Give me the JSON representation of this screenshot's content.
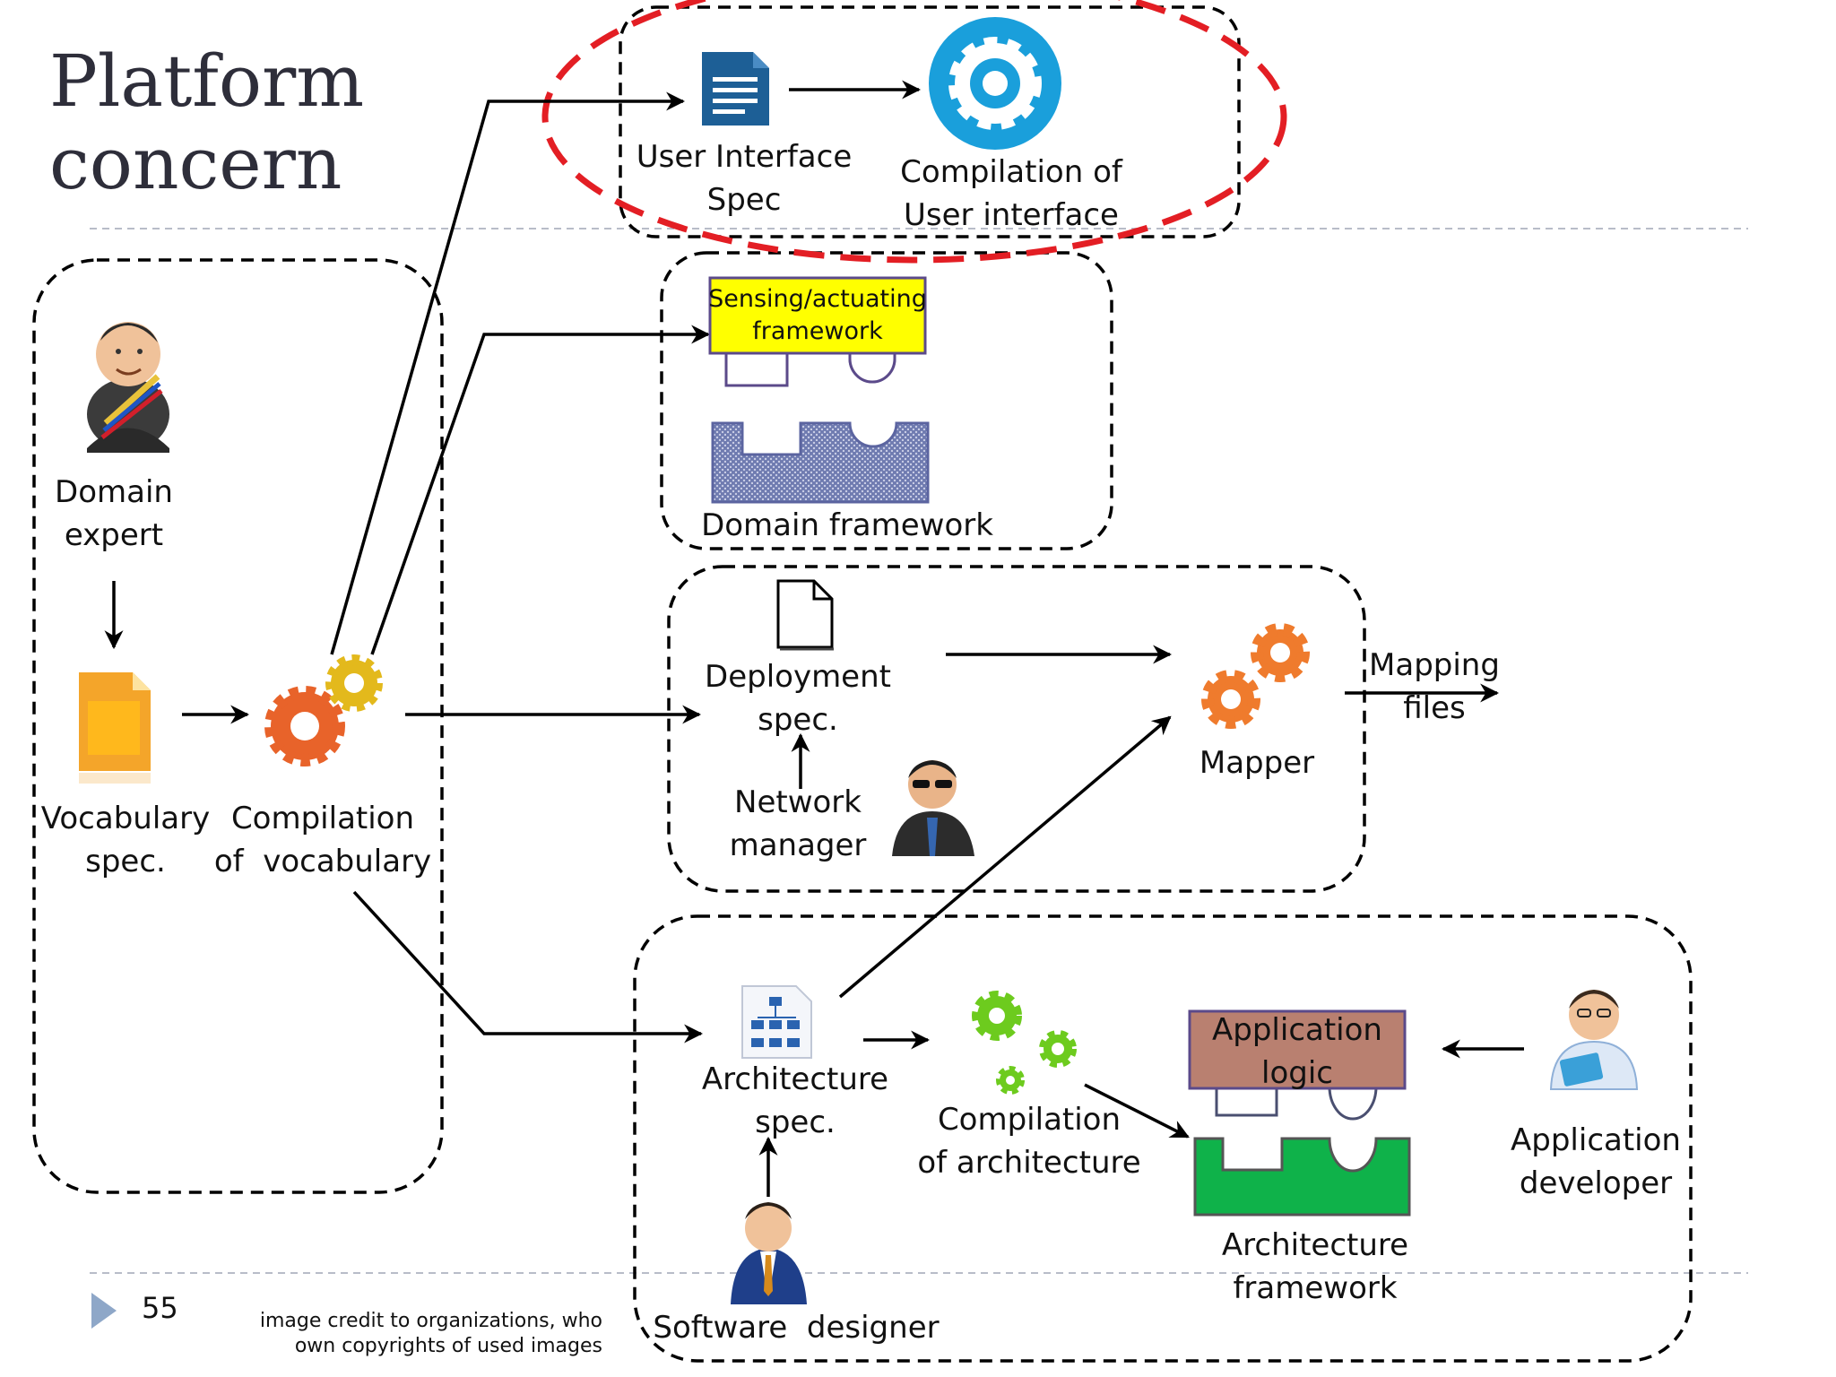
{
  "slide": {
    "title_line1": "Platform",
    "title_line2": "concern",
    "page_number": "55",
    "credit_line1": "image credit to organizations, who",
    "credit_line2": "own copyrights of used images"
  },
  "colors": {
    "highlight_ellipse": "#e31e24",
    "sensing_fill": "#ffff00",
    "sensing_border": "#5b4a8a",
    "domain_framework": "#6f7bb0",
    "app_logic": "#b98070",
    "arch_framework": "#0fb24a",
    "gear_blue": "#1a9fdb",
    "gear_orange": "#ef7b2d",
    "gear_green": "#6dcb1e",
    "doc_blue": "#1d5f96",
    "slide_marker": "#8ea7c8"
  },
  "icons": {
    "domain_expert": "person-with-sash-icon",
    "vocabulary_spec": "orange-document-icon",
    "compilation_vocab": "orange-gears-icon",
    "ui_spec": "blue-document-icon",
    "compile_ui": "blue-gear-icon",
    "deployment_spec": "blank-document-icon",
    "network_manager": "person-with-sunglasses-icon",
    "mapper": "orange-gears-icon",
    "architecture_spec": "flowchart-document-icon",
    "compile_arch": "green-gears-icon",
    "app_developer": "person-with-laptop-icon",
    "software_designer": "businessman-icon"
  },
  "labels": {
    "domain_expert": [
      "Domain",
      "expert"
    ],
    "vocabulary_spec": [
      "Vocabulary",
      "spec."
    ],
    "compilation_vocab": [
      "Compilation",
      "of  vocabulary"
    ],
    "ui_spec": [
      "User Interface",
      "Spec"
    ],
    "compile_ui": [
      "Compilation of",
      "User interface"
    ],
    "sensing_framework": [
      "Sensing/actuating",
      "framework"
    ],
    "domain_framework": "Domain framework",
    "deployment_spec": [
      "Deployment",
      "spec."
    ],
    "network_manager": [
      "Network",
      "manager"
    ],
    "mapper": "Mapper",
    "mapping_files": [
      "Mapping",
      "files"
    ],
    "architecture_spec": [
      "Architecture",
      "spec."
    ],
    "compile_arch": [
      "Compilation",
      "of architecture"
    ],
    "application_logic": [
      "Application",
      "logic"
    ],
    "architecture_framework": [
      "Architecture",
      "framework"
    ],
    "app_developer": [
      "Application",
      "developer"
    ],
    "software_designer": "Software  designer"
  }
}
